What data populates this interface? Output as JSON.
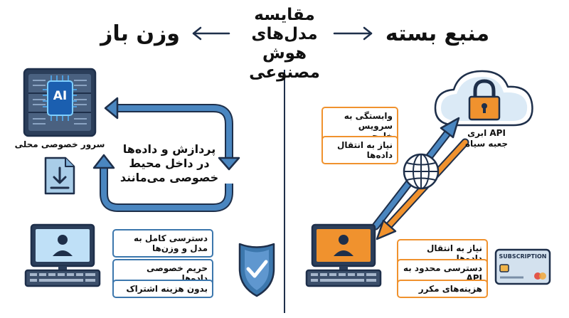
{
  "title": "مقایسه مدل‌های هوش مصنوعی",
  "left": {
    "heading": "وزن باز",
    "server_chip": "AI",
    "server_label": "سرور خصوصی محلی",
    "loop_text": "پردازش و داده‌ها در داخل محیط خصوصی می‌مانند",
    "tags": [
      "دسترسی کامل به مدل و وزن‌ها",
      "حریم خصوصی داده‌ها",
      "بدون هزینه اشتراک"
    ]
  },
  "right": {
    "heading": "منبع بسته",
    "cloud_label": "API ابری جعبه سیاه",
    "cloud_tags": [
      "وابستگی به سرویس خارجی",
      "نیاز به انتقال داده‌ها"
    ],
    "computer_tags": [
      "نیاز به انتقال داده‌ها",
      "دسترسی محدود به API",
      "هزینه‌های مکرر"
    ],
    "card_label": "SUBSCRIPTION"
  },
  "colors": {
    "blue": "#3c77ad",
    "light_blue": "#a9cde8",
    "orange": "#f0922e",
    "navy": "#1e2f4a",
    "monitor_blue": "#bfe0f7",
    "monitor_orange": "#f0922e"
  },
  "icons": [
    "arrow-left-icon",
    "arrow-right-icon",
    "server-icon",
    "download-icon",
    "computer-icon",
    "shield-check-icon",
    "cloud-icon",
    "lock-icon",
    "globe-icon",
    "credit-card-icon"
  ]
}
